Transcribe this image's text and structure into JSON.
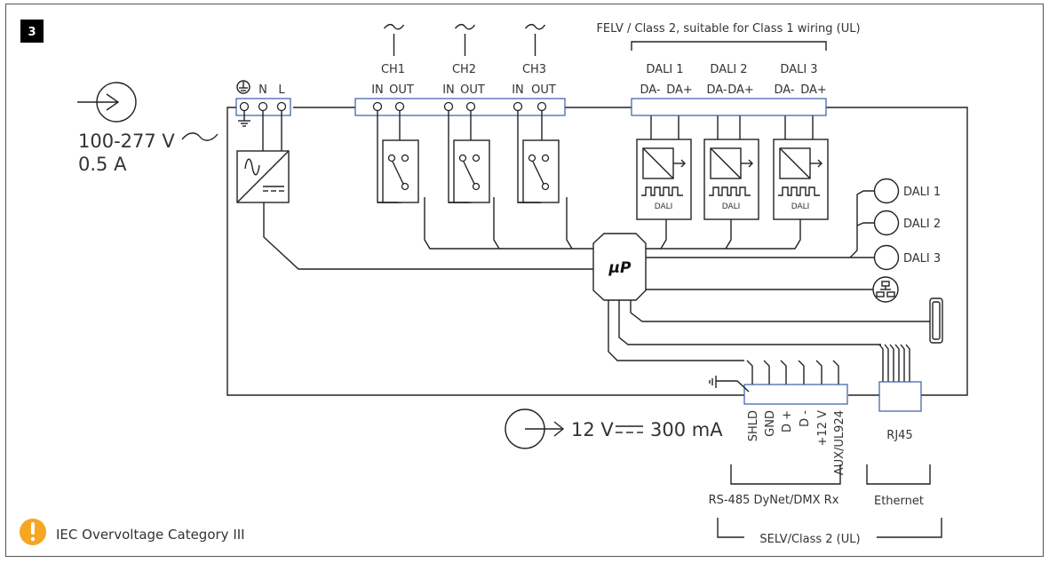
{
  "figure_number": "3",
  "supply": {
    "voltage": "100-277 V",
    "current": "0.5 A"
  },
  "mains_terminal": {
    "labels": [
      "N",
      "L"
    ],
    "earth_icon": "protective-earth-icon"
  },
  "channels": [
    {
      "name": "CH1",
      "in": "IN",
      "out": "OUT"
    },
    {
      "name": "CH2",
      "in": "IN",
      "out": "OUT"
    },
    {
      "name": "CH3",
      "in": "IN",
      "out": "OUT"
    }
  ],
  "felv_note": "FELV / Class 2, suitable for Class 1 wiring (UL)",
  "dali_outputs": [
    {
      "name": "DALI 1",
      "minus": "DA-",
      "plus": "DA+",
      "module_label": "DALI"
    },
    {
      "name": "DALI 2",
      "minus": "DA-",
      "plus": "DA+",
      "module_label": "DALI"
    },
    {
      "name": "DALI 3",
      "minus": "DA-",
      "plus": "DA+",
      "module_label": "DALI"
    }
  ],
  "processor_label": "μP",
  "dali_bus_sensors": [
    "DALI 1",
    "DALI 2",
    "DALI 3"
  ],
  "output_12v": {
    "voltage": "12 V",
    "current": "300 mA"
  },
  "rs485_pins": [
    "SHLD",
    "GND",
    "D +",
    "D -",
    "+12 V",
    "AUX/UL924"
  ],
  "rj45_label": "RJ45",
  "rs485_group_label": "RS-485 DyNet/DMX Rx",
  "ethernet_label": "Ethernet",
  "selv_note": "SELV/Class 2 (UL)",
  "warning": {
    "icon": "exclamation-warning-icon",
    "text": "IEC Overvoltage Category III",
    "color": "#f5a623"
  }
}
